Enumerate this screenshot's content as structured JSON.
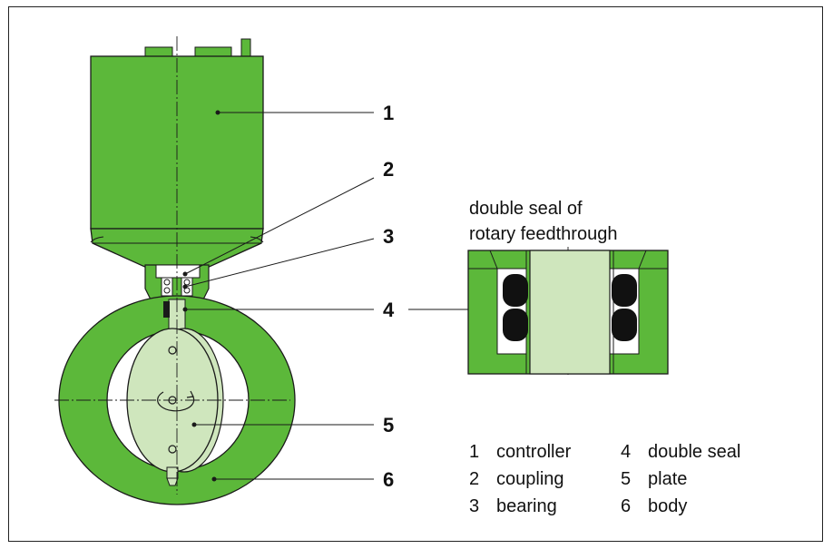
{
  "colors": {
    "green": "#5cb83a",
    "light_green": "#cfe6bd",
    "outline": "#1a1a1a",
    "seal": "#111111"
  },
  "callouts": [
    "1",
    "2",
    "3",
    "4",
    "5",
    "6"
  ],
  "detail_caption": {
    "line1": "double seal of",
    "line2": "rotary feedthrough"
  },
  "legend": [
    {
      "num": "1",
      "label": "controller"
    },
    {
      "num": "2",
      "label": "coupling"
    },
    {
      "num": "3",
      "label": "bearing"
    },
    {
      "num": "4",
      "label": "double seal"
    },
    {
      "num": "5",
      "label": "plate"
    },
    {
      "num": "6",
      "label": "body"
    }
  ]
}
